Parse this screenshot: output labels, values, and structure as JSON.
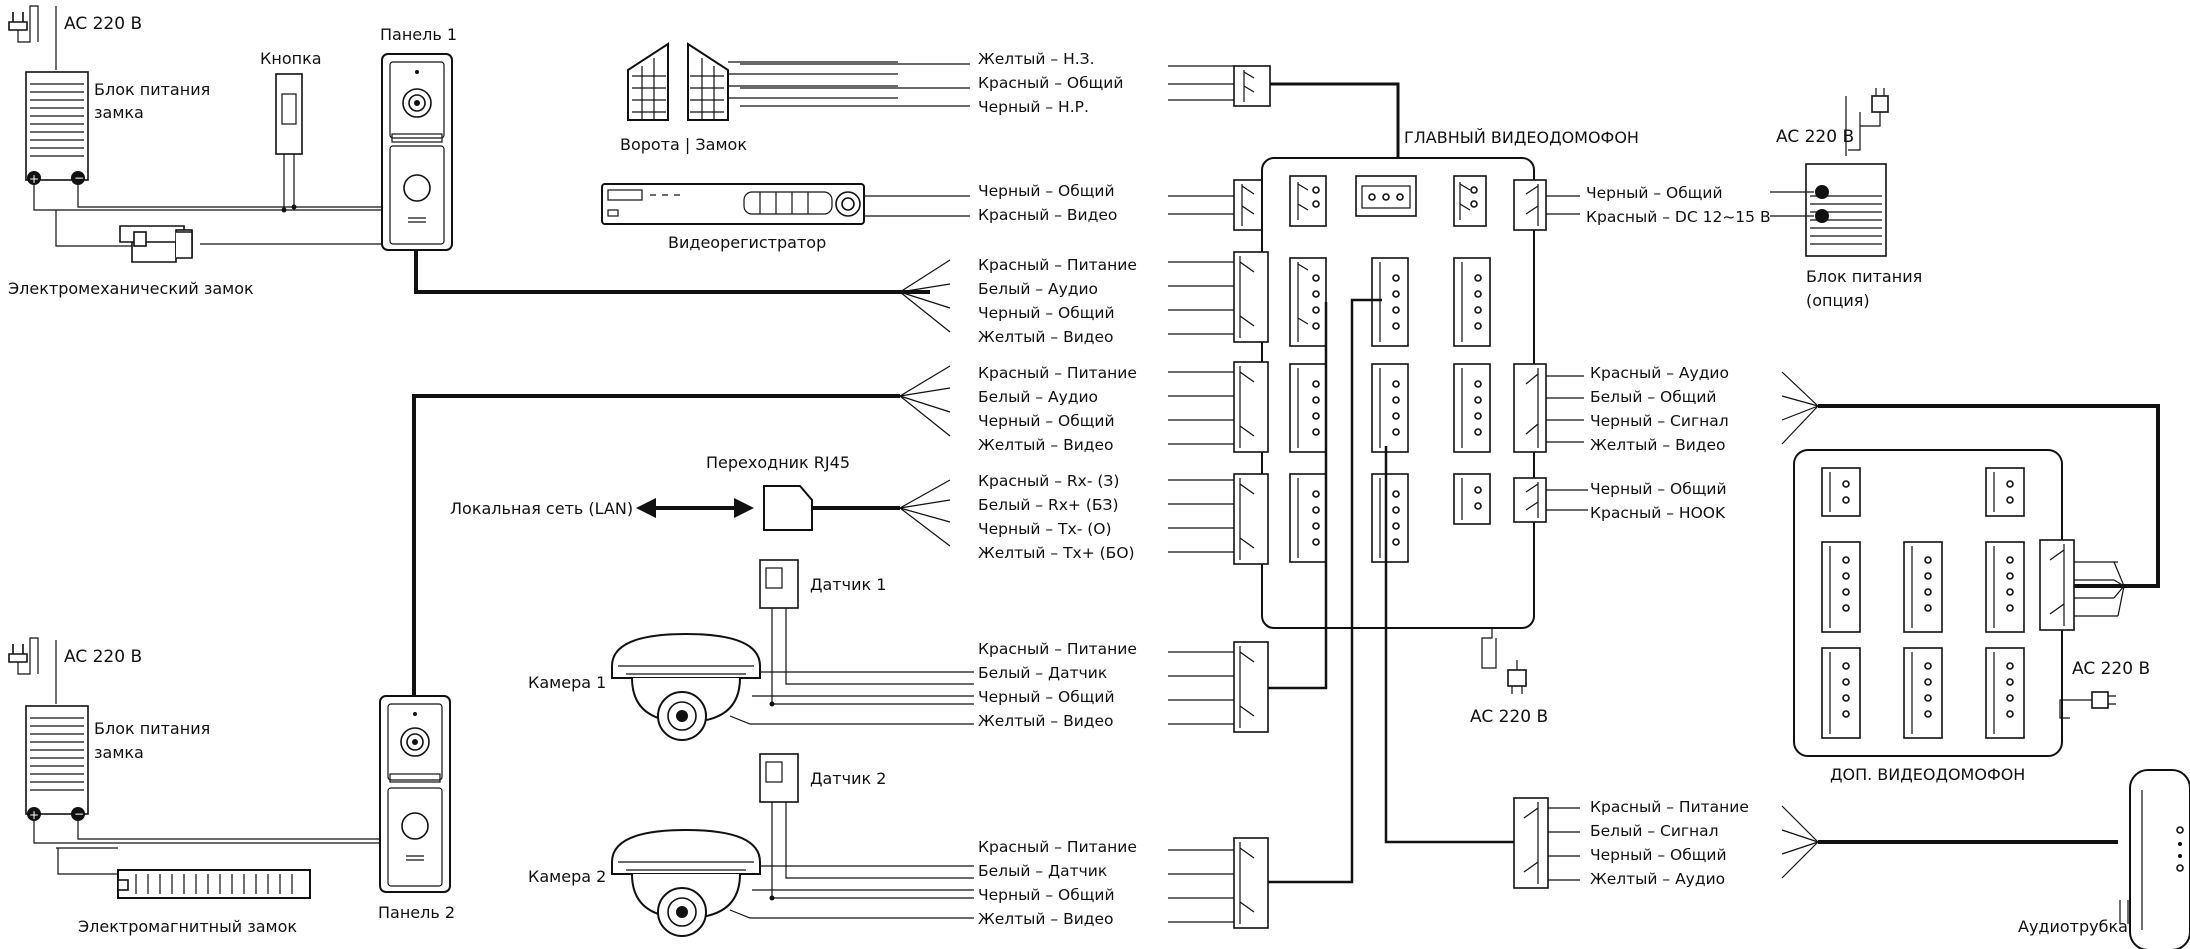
{
  "labels": {
    "ac_top_left": "AC 220 B",
    "lock_psu_top": [
      "Блок питания",
      "замка"
    ],
    "button": "Кнопка",
    "panel1": "Панель 1",
    "em_lock": "Электромеханический замок",
    "gate": "Ворота | Замок",
    "dvr": "Видеорегистратор",
    "main_intercom": "ГЛАВНЫЙ ВИДЕОДОМОФОН",
    "ac_right": "AC 220 B",
    "psu_opt": [
      "Блок питания",
      "(опция)"
    ],
    "lan": "Локальная сеть (LAN)",
    "rj45": "Переходник RJ45",
    "sensor1": "Датчик 1",
    "sensor2": "Датчик 2",
    "camera1": "Камера 1",
    "camera2": "Камера 2",
    "ac_bottom_center": "AC 220 B",
    "ext_intercom": "ДОП. ВИДЕОДОМОФОН",
    "ac_ext": "AC 220 B",
    "ac_bottom_left": "AC 220 B",
    "lock_psu_bottom": [
      "Блок питания",
      "замка"
    ],
    "mag_lock": "Электромагнитный замок",
    "panel2": "Панель 2",
    "handset": "Аудиотрубка"
  },
  "wire_groups": {
    "gate": [
      "Желтый –  Н.З.",
      "Красный – Общий",
      "Черный –  Н.Р."
    ],
    "dvr": [
      "Черный –  Общий",
      "Красный – Видео"
    ],
    "panel1": [
      "Красный – Питание",
      "Белый –    Аудио",
      "Черный –  Общий",
      "Желтый –  Видео"
    ],
    "panel2": [
      "Красный – Питание",
      "Белый –    Аудио",
      "Черный –  Общий",
      "Желтый –  Видео"
    ],
    "rj45": [
      "Красный – Rx- (З)",
      "Белый –    Rx+ (БЗ)",
      "Черный –  Tx- (О)",
      "Желтый –  Tx+ (БО)"
    ],
    "camera1": [
      "Красный – Питание",
      "Белый –    Датчик",
      "Черный –  Общий",
      "Желтый –  Видео"
    ],
    "camera2": [
      "Красный – Питание",
      "Белый –    Датчик",
      "Черный –  Общий",
      "Желтый –  Видео"
    ],
    "psu": [
      "Черный –  Общий",
      "Красный – DC 12~15 B"
    ],
    "ext": [
      "Красный – Аудио",
      "Белый –    Общий",
      "Черный –  Сигнал",
      "Желтый –  Видео"
    ],
    "hook": [
      "Черный –  Общий",
      "Красный – HOOK"
    ],
    "handset": [
      "Красный – Питание",
      "Белый –    Сигнал",
      "Черный –  Общий",
      "Желтый –  Аудио"
    ]
  }
}
